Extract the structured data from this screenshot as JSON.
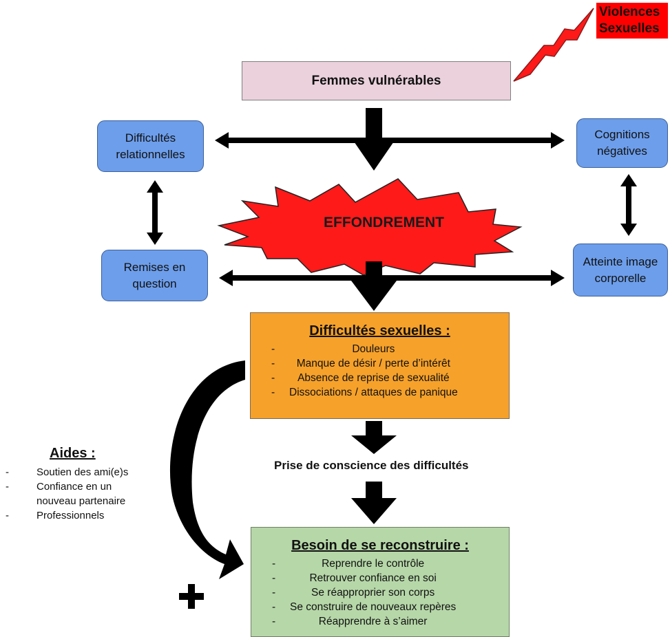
{
  "top_box": {
    "label": "Femmes vulnérables"
  },
  "violence_label": {
    "line1": "Violences",
    "line2": "Sexuelles"
  },
  "collapse_label": "EFFONDREMENT",
  "side_boxes": {
    "relational": {
      "line1": "Difficultés",
      "line2": "relationnelles"
    },
    "cognitions": {
      "line1": "Cognitions",
      "line2": "négatives"
    },
    "questioning": {
      "line1": "Remises en",
      "line2": "question"
    },
    "body_image": {
      "line1": "Atteinte image",
      "line2": "corporelle"
    }
  },
  "sexual_difficulties": {
    "title": "Difficultés sexuelles :",
    "items": [
      "Douleurs",
      "Manque de désir / perte d’intérêt",
      "Absence de reprise de sexualité",
      "Dissociations / attaques de panique"
    ]
  },
  "awareness_label": "Prise de conscience des difficultés",
  "aides": {
    "title": "Aides :",
    "items": [
      "Soutien des ami(e)s",
      "Confiance en un",
      "nouveau partenaire",
      "Professionnels"
    ]
  },
  "rebuild": {
    "title": "Besoin de se reconstruire :",
    "items": [
      "Reprendre le contrôle",
      "Retrouver confiance en soi",
      "Se réapproprier son corps",
      "Se construire de nouveaux repères",
      "Réapprendre à s’aimer"
    ]
  },
  "colors": {
    "box_blue": "#6d9eeb",
    "box_pink": "#ead1dc",
    "box_orange": "#f6a12a",
    "box_green": "#b6d7a8",
    "burst_red": "#ff1a1a",
    "arrow": "#000000"
  }
}
